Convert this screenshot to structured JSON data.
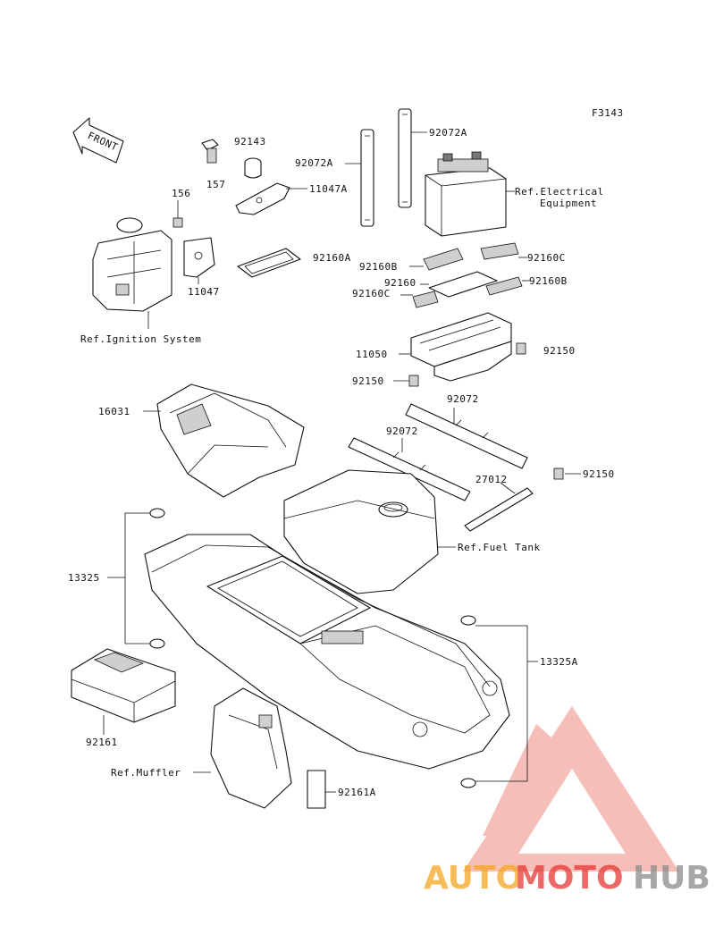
{
  "figure_code": "F3143",
  "front_arrow_label": "FRONT",
  "labels": {
    "p92143": "92143",
    "p157": "157",
    "p156": "156",
    "p11047A": "11047A",
    "p11047": "11047",
    "p92072A_1": "92072A",
    "p92072A_2": "92072A",
    "ref_electrical": "Ref.Electrical",
    "ref_electrical_2": "Equipment",
    "p92160A": "92160A",
    "p92160B_1": "92160B",
    "p92160C_1": "92160C",
    "p92160": "92160",
    "p92160C_2": "92160C",
    "p92160B_2": "92160B",
    "ref_ignition": "Ref.Ignition System",
    "p11050": "11050",
    "p92150_1": "92150",
    "p92150_2": "92150",
    "p92072_1": "92072",
    "p92072_2": "92072",
    "p16031": "16031",
    "p27012": "27012",
    "p92150_3": "92150",
    "ref_fuel_tank": "Ref.Fuel Tank",
    "p13325": "13325",
    "p13325A": "13325A",
    "p92161": "92161",
    "ref_muffler": "Ref.Muffler",
    "p92161A": "92161A"
  },
  "watermark": {
    "word_part1": "AUTO",
    "word_part2": "MOTO",
    "word_part3": "HUB",
    "color_orange": "#f5a623",
    "color_red": "#e53935",
    "color_gray": "#8a8a8a"
  }
}
